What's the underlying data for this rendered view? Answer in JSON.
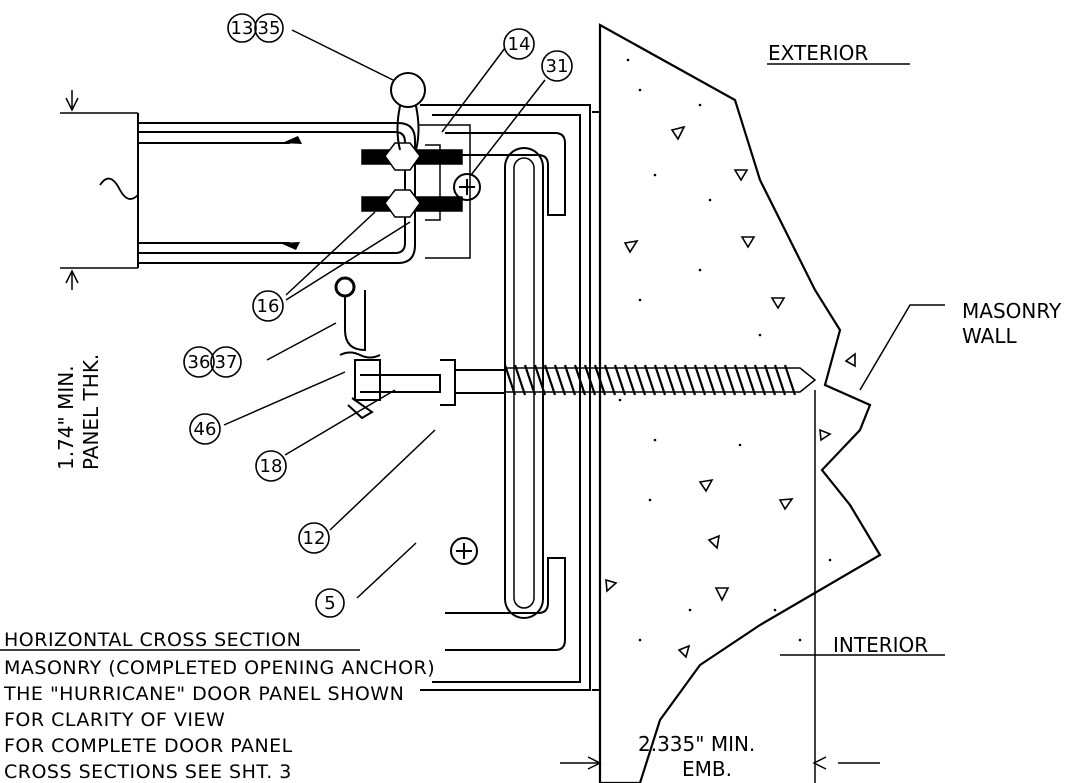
{
  "labels": {
    "exterior": "EXTERIOR",
    "interior": "INTERIOR",
    "masonry_wall_1": "MASONRY",
    "masonry_wall_2": "WALL",
    "panel_1": "1.74\" MIN.",
    "panel_2": "PANEL THK.",
    "emb_1": "2.335\" MIN.",
    "emb_2": "EMB."
  },
  "callouts": {
    "c13": "13",
    "c35": "35",
    "c14": "14",
    "c31": "31",
    "c16": "16",
    "c36": "36",
    "c37": "37",
    "c46": "46",
    "c18": "18",
    "c12": "12",
    "c5": "5"
  },
  "notes": {
    "title": "HORIZONTAL CROSS SECTION",
    "line1": "MASONRY (COMPLETED OPENING ANCHOR)",
    "line2": "THE \"HURRICANE\" DOOR PANEL SHOWN",
    "line3": "FOR CLARITY OF VIEW",
    "line4": "FOR COMPLETE DOOR PANEL",
    "line5": "CROSS SECTIONS SEE SHT. 3"
  },
  "colors": {
    "ink": "#000000",
    "paper": "#ffffff"
  }
}
